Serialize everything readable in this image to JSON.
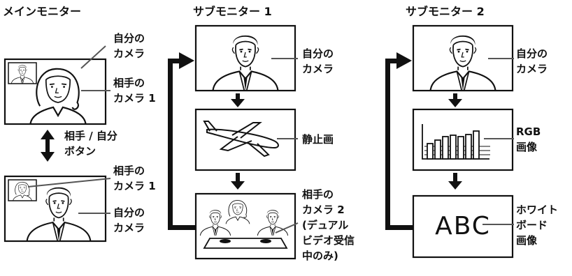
{
  "columns": {
    "main": {
      "title": "メインモニター",
      "label_self_top": [
        "自分の",
        "カメラ"
      ],
      "label_other_top": [
        "相手の",
        "カメラ 1"
      ],
      "toggle_button": [
        "相手 / 自分",
        "ボタン"
      ],
      "label_other_bottom": [
        "相手の",
        "カメラ 1"
      ],
      "label_self_bottom": [
        "自分の",
        "カメラ"
      ]
    },
    "sub1": {
      "title": "サブモニター 1",
      "label_self": [
        "自分の",
        "カメラ"
      ],
      "label_still": "静止画",
      "label_other2": [
        "相手の",
        "カメラ 2",
        "(デュアル",
        "ビデオ受信",
        "中のみ)"
      ]
    },
    "sub2": {
      "title": "サブモニター 2",
      "label_self": [
        "自分の",
        "カメラ"
      ],
      "label_rgb": [
        "RGB",
        "画像"
      ],
      "label_whiteboard": [
        "ホワイト",
        "ボード",
        "画像"
      ],
      "whiteboard_text": "ABC"
    }
  },
  "colors": {
    "ink": "#111111",
    "leader": "#555555"
  },
  "icons": [
    "up-down-arrow-icon",
    "down-arrow-icon",
    "loop-arrow-icon",
    "airplane-icon",
    "bar-graph-icon"
  ]
}
